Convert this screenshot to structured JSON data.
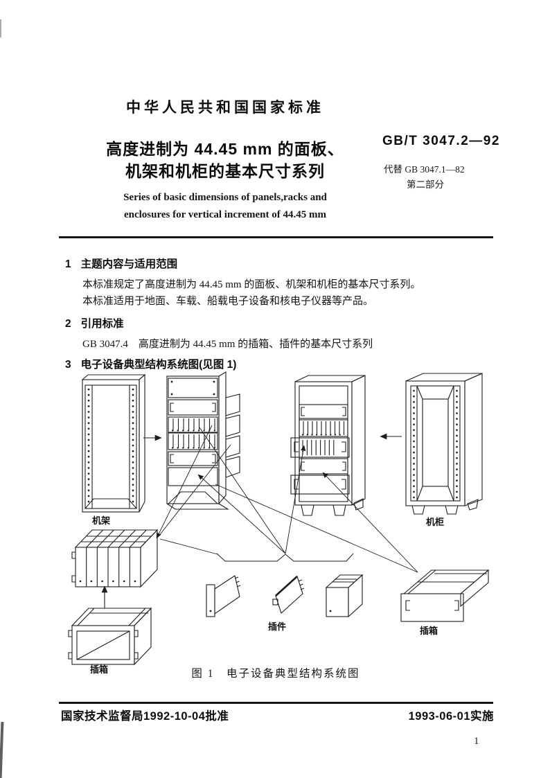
{
  "header": {
    "standard_label": "中华人民共和国国家标准",
    "title_line1": "高度进制为 44.45 mm 的面板、",
    "title_line2": "机架和机柜的基本尺寸系列",
    "title_en_line1": "Series of basic dimensions of panels,racks and",
    "title_en_line2": "enclosures for vertical increment of 44.45 mm",
    "standard_no": "GB/T 3047.2—92",
    "replaces": "代替 GB 3047.1—82",
    "part": "第二部分"
  },
  "sections": {
    "s1": {
      "no": "1",
      "heading": "主题内容与适用范围",
      "p1": "本标准规定了高度进制为 44.45 mm 的面板、机架和机柜的基本尺寸系列。",
      "p2": "本标准适用于地面、车载、船载电子设备和核电子仪器等产品。"
    },
    "s2": {
      "no": "2",
      "heading": "引用标准",
      "p1": "GB 3047.4　高度进制为 44.45 mm 的插箱、插件的基本尺寸系列"
    },
    "s3": {
      "no": "3",
      "heading": "电子设备典型结构系统图(见图 1)"
    }
  },
  "figure": {
    "label_rack": "机架",
    "label_cabinet": "机柜",
    "label_subrack_left": "插箱",
    "label_plugin": "插件",
    "label_subrack_right": "插箱",
    "caption": "图 1　电子设备典型结构系统图"
  },
  "footer": {
    "approval": "国家技术监督局1992-10-04批准",
    "implementation": "1993-06-01实施",
    "page_number": "1"
  }
}
